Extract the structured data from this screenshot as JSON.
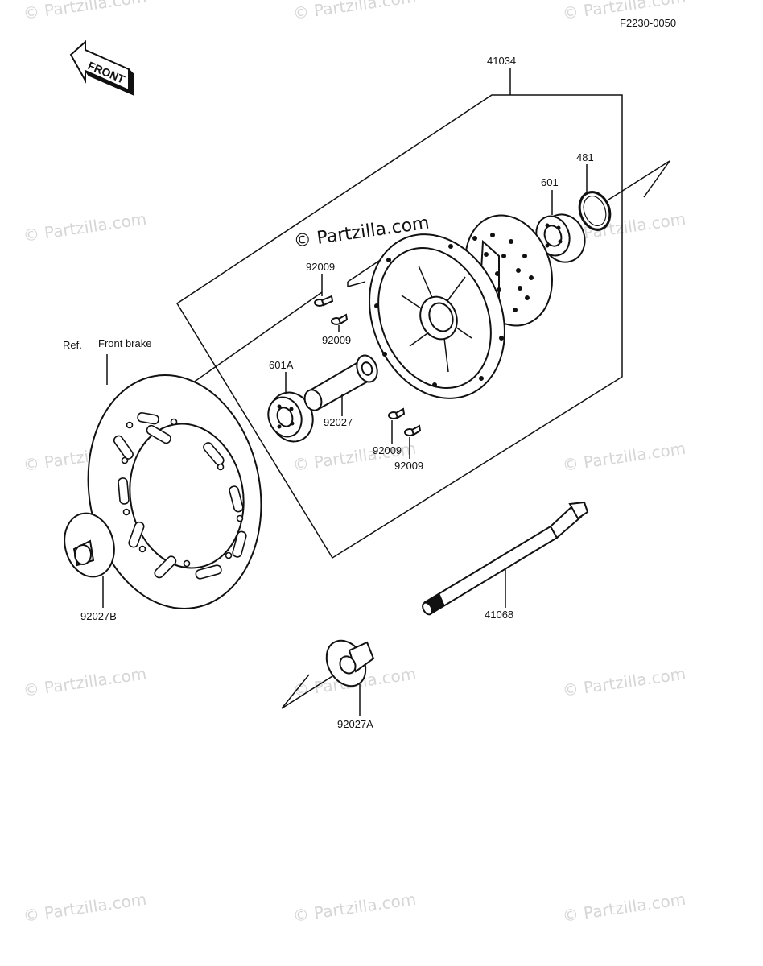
{
  "diagram": {
    "figure_code": "F2230-0050",
    "front_arrow_label": "FRONT",
    "ref_label": "Ref.",
    "ref_part_label": "Front brake",
    "main_watermark": "© Partzilla.com",
    "faint_watermark": "© Partzilla.com",
    "parts": [
      {
        "number": "41034"
      },
      {
        "number": "481"
      },
      {
        "number": "601"
      },
      {
        "number": "92009"
      },
      {
        "number": "92009"
      },
      {
        "number": "601A"
      },
      {
        "number": "92027"
      },
      {
        "number": "92009"
      },
      {
        "number": "92009"
      },
      {
        "number": "92027B"
      },
      {
        "number": "41068"
      },
      {
        "number": "92027A"
      }
    ]
  }
}
